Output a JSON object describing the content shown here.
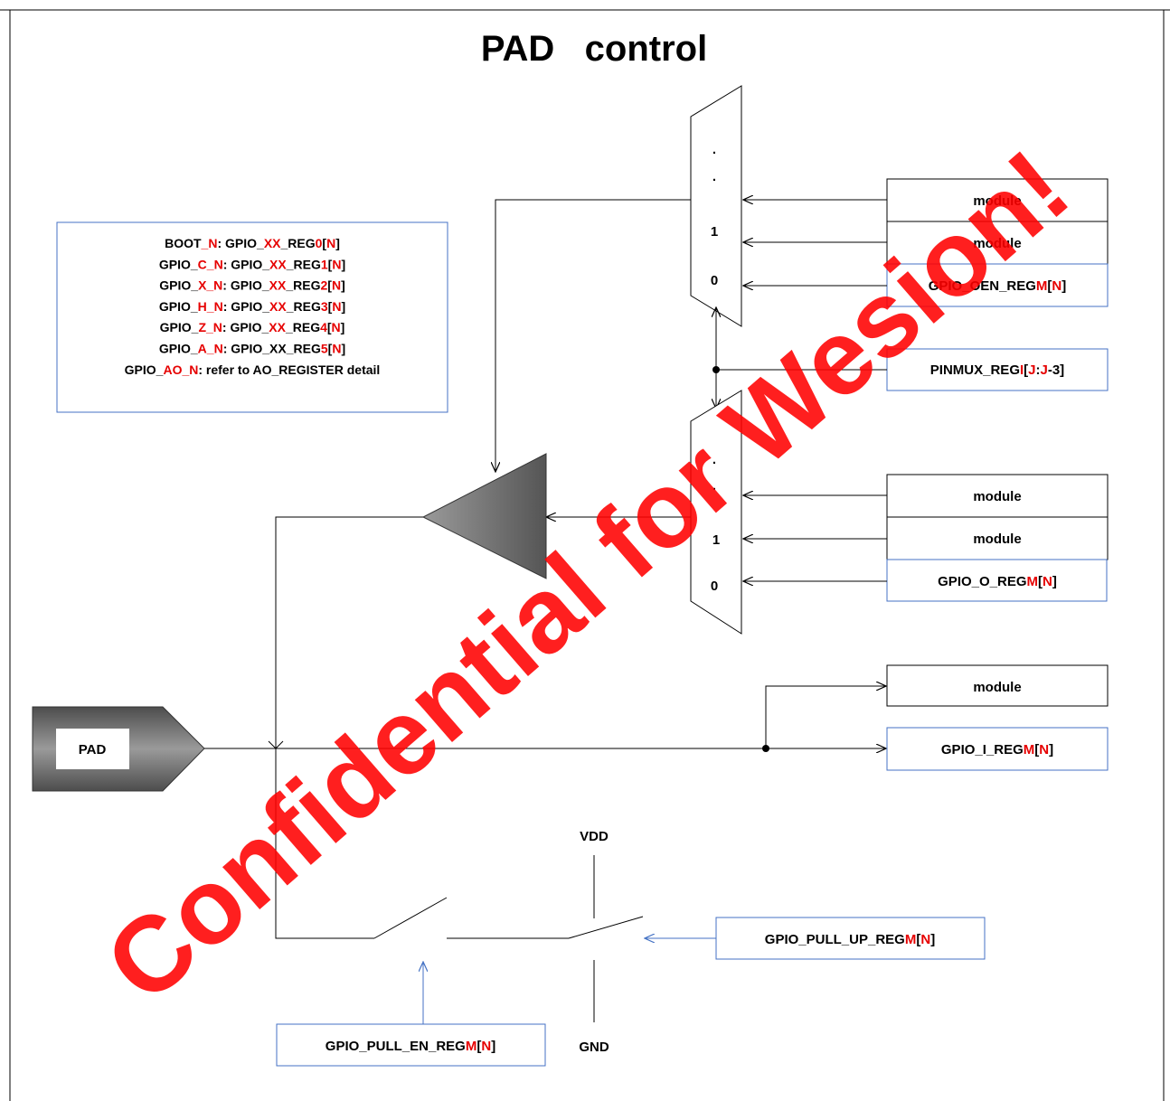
{
  "title": "PAD   control",
  "watermark": {
    "text": "Confidential for Wesion!",
    "color": "#ff0000"
  },
  "colors": {
    "line": "#000000",
    "box_border_blue": "#4472c4",
    "highlight": "#e60000",
    "buffer_fill": "#808080"
  },
  "legend": [
    [
      {
        "t": "BOOT"
      },
      {
        "t": "_N",
        "red": true
      },
      {
        "t": ": GPIO_"
      },
      {
        "t": "XX",
        "red": true
      },
      {
        "t": "_REG"
      },
      {
        "t": "0",
        "red": true
      },
      {
        "t": "["
      },
      {
        "t": "N",
        "red": true
      },
      {
        "t": "]"
      }
    ],
    [
      {
        "t": "GPIO_"
      },
      {
        "t": "C_N",
        "red": true
      },
      {
        "t": ": GPIO_"
      },
      {
        "t": "XX",
        "red": true
      },
      {
        "t": "_REG"
      },
      {
        "t": "1",
        "red": true
      },
      {
        "t": "["
      },
      {
        "t": "N",
        "red": true
      },
      {
        "t": "]"
      }
    ],
    [
      {
        "t": "GPIO_"
      },
      {
        "t": "X_N",
        "red": true
      },
      {
        "t": ": GPIO_"
      },
      {
        "t": "XX",
        "red": true
      },
      {
        "t": "_REG"
      },
      {
        "t": "2",
        "red": true
      },
      {
        "t": "["
      },
      {
        "t": "N",
        "red": true
      },
      {
        "t": "]"
      }
    ],
    [
      {
        "t": "GPIO_"
      },
      {
        "t": "H_N",
        "red": true
      },
      {
        "t": ": GPIO_"
      },
      {
        "t": "XX",
        "red": true
      },
      {
        "t": "_REG"
      },
      {
        "t": "3",
        "red": true
      },
      {
        "t": "["
      },
      {
        "t": "N",
        "red": true
      },
      {
        "t": "]"
      }
    ],
    [
      {
        "t": "GPIO_"
      },
      {
        "t": "Z_N",
        "red": true
      },
      {
        "t": ": GPIO_"
      },
      {
        "t": "XX",
        "red": true
      },
      {
        "t": "_REG"
      },
      {
        "t": "4",
        "red": true
      },
      {
        "t": "["
      },
      {
        "t": "N",
        "red": true
      },
      {
        "t": "]"
      }
    ],
    [
      {
        "t": "GPIO_"
      },
      {
        "t": "A_N",
        "red": true
      },
      {
        "t": ": GPIO_XX_REG"
      },
      {
        "t": "5",
        "red": true
      },
      {
        "t": "["
      },
      {
        "t": "N",
        "red": true
      },
      {
        "t": "]"
      }
    ],
    [
      {
        "t": "GPIO_"
      },
      {
        "t": "AO_N",
        "red": true
      },
      {
        "t": ": refer to AO_REGISTER detail"
      }
    ]
  ],
  "mux_top": {
    "dot1": ".",
    "dot2": ".",
    "in1": "1",
    "in0": "0"
  },
  "mux_bottom": {
    "dot1": ".",
    "dot2": ".",
    "in1": "1",
    "in0": "0"
  },
  "boxes": {
    "oen_module_a": "module",
    "oen_module_b": "module",
    "gpio_oen": [
      {
        "t": "GPIO_OEN_REG"
      },
      {
        "t": "M",
        "red": true
      },
      {
        "t": "["
      },
      {
        "t": "N",
        "red": true
      },
      {
        "t": "]"
      }
    ],
    "pinmux": [
      {
        "t": "PINMUX_REG"
      },
      {
        "t": "I",
        "red": true
      },
      {
        "t": "["
      },
      {
        "t": "J",
        "red": true
      },
      {
        "t": ":"
      },
      {
        "t": "J",
        "red": true
      },
      {
        "t": "-3]"
      }
    ],
    "o_module_a": "module",
    "o_module_b": "module",
    "gpio_o": [
      {
        "t": "GPIO_O_REG"
      },
      {
        "t": "M",
        "red": true
      },
      {
        "t": "["
      },
      {
        "t": "N",
        "red": true
      },
      {
        "t": "]"
      }
    ],
    "i_module": "module",
    "gpio_i": [
      {
        "t": "GPIO_I_REG"
      },
      {
        "t": "M",
        "red": true
      },
      {
        "t": "["
      },
      {
        "t": "N",
        "red": true
      },
      {
        "t": "]"
      }
    ],
    "pull_up": [
      {
        "t": "GPIO_PULL_UP_REG"
      },
      {
        "t": "M",
        "red": true
      },
      {
        "t": "["
      },
      {
        "t": "N",
        "red": true
      },
      {
        "t": "]"
      }
    ],
    "pull_en": [
      {
        "t": "GPIO_PULL_EN_REG"
      },
      {
        "t": "M",
        "red": true
      },
      {
        "t": "["
      },
      {
        "t": "N",
        "red": true
      },
      {
        "t": "]"
      }
    ]
  },
  "pad_label": "PAD",
  "vdd_label": "VDD",
  "gnd_label": "GND"
}
